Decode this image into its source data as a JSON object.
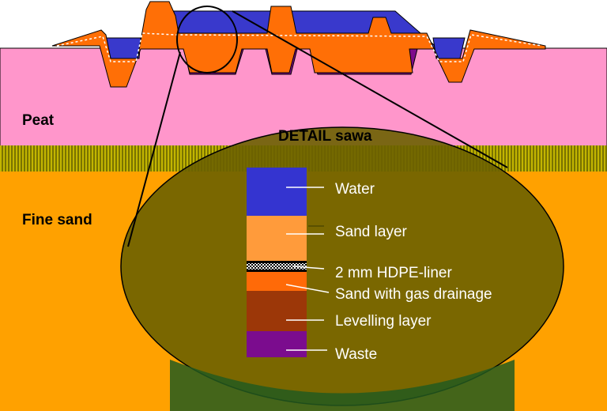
{
  "labels": {
    "peat": "Peat",
    "fine_sand": "Fine sand",
    "detail_title": "DETAIL sawa"
  },
  "layers": [
    {
      "name": "Water",
      "color": "#3434d0"
    },
    {
      "name": "Sand layer",
      "color": "#ff9b3b"
    },
    {
      "name": "2 mm HDPE-liner",
      "color": "#000000"
    },
    {
      "name": "Sand with gas drainage",
      "color": "#ff6a08"
    },
    {
      "name": "Levelling layer",
      "color": "#9c3708"
    },
    {
      "name": "Waste",
      "color": "#7b0c8e"
    }
  ],
  "colors": {
    "peat": "#ff96cb",
    "fine_sand": "#ffa100",
    "transition": "#6e6e00",
    "detail_ellipse": "#6b6000",
    "embankment": "#ff6f06",
    "water": "#3939cc",
    "waste": "#7e0a8c"
  }
}
